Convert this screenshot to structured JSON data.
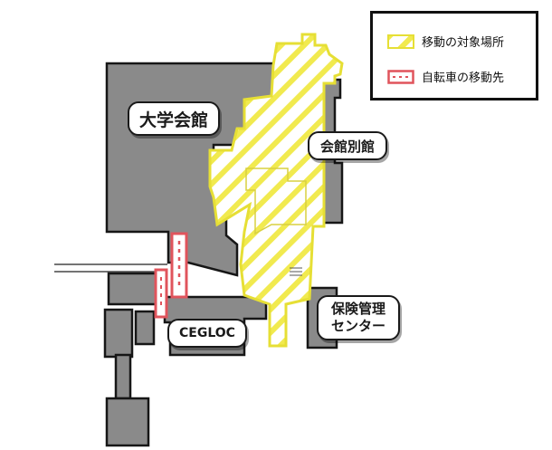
{
  "labels": {
    "daigaku_kaikan": "大学会館",
    "kaikan_bekkan": "会館別館",
    "hoken_kanri_line1": "保険管理",
    "hoken_kanri_line2": "センター",
    "cegloc": "CEGLOC"
  },
  "legend": {
    "moving_target": "移動の対象場所",
    "bicycle_destination": "自転車の移動先"
  },
  "colors": {
    "building_fill": "#8a8a8a",
    "building_stroke": "#161616",
    "moving_target_yellow": "#f1ea4f",
    "bicycle_red": "#e0545c"
  }
}
